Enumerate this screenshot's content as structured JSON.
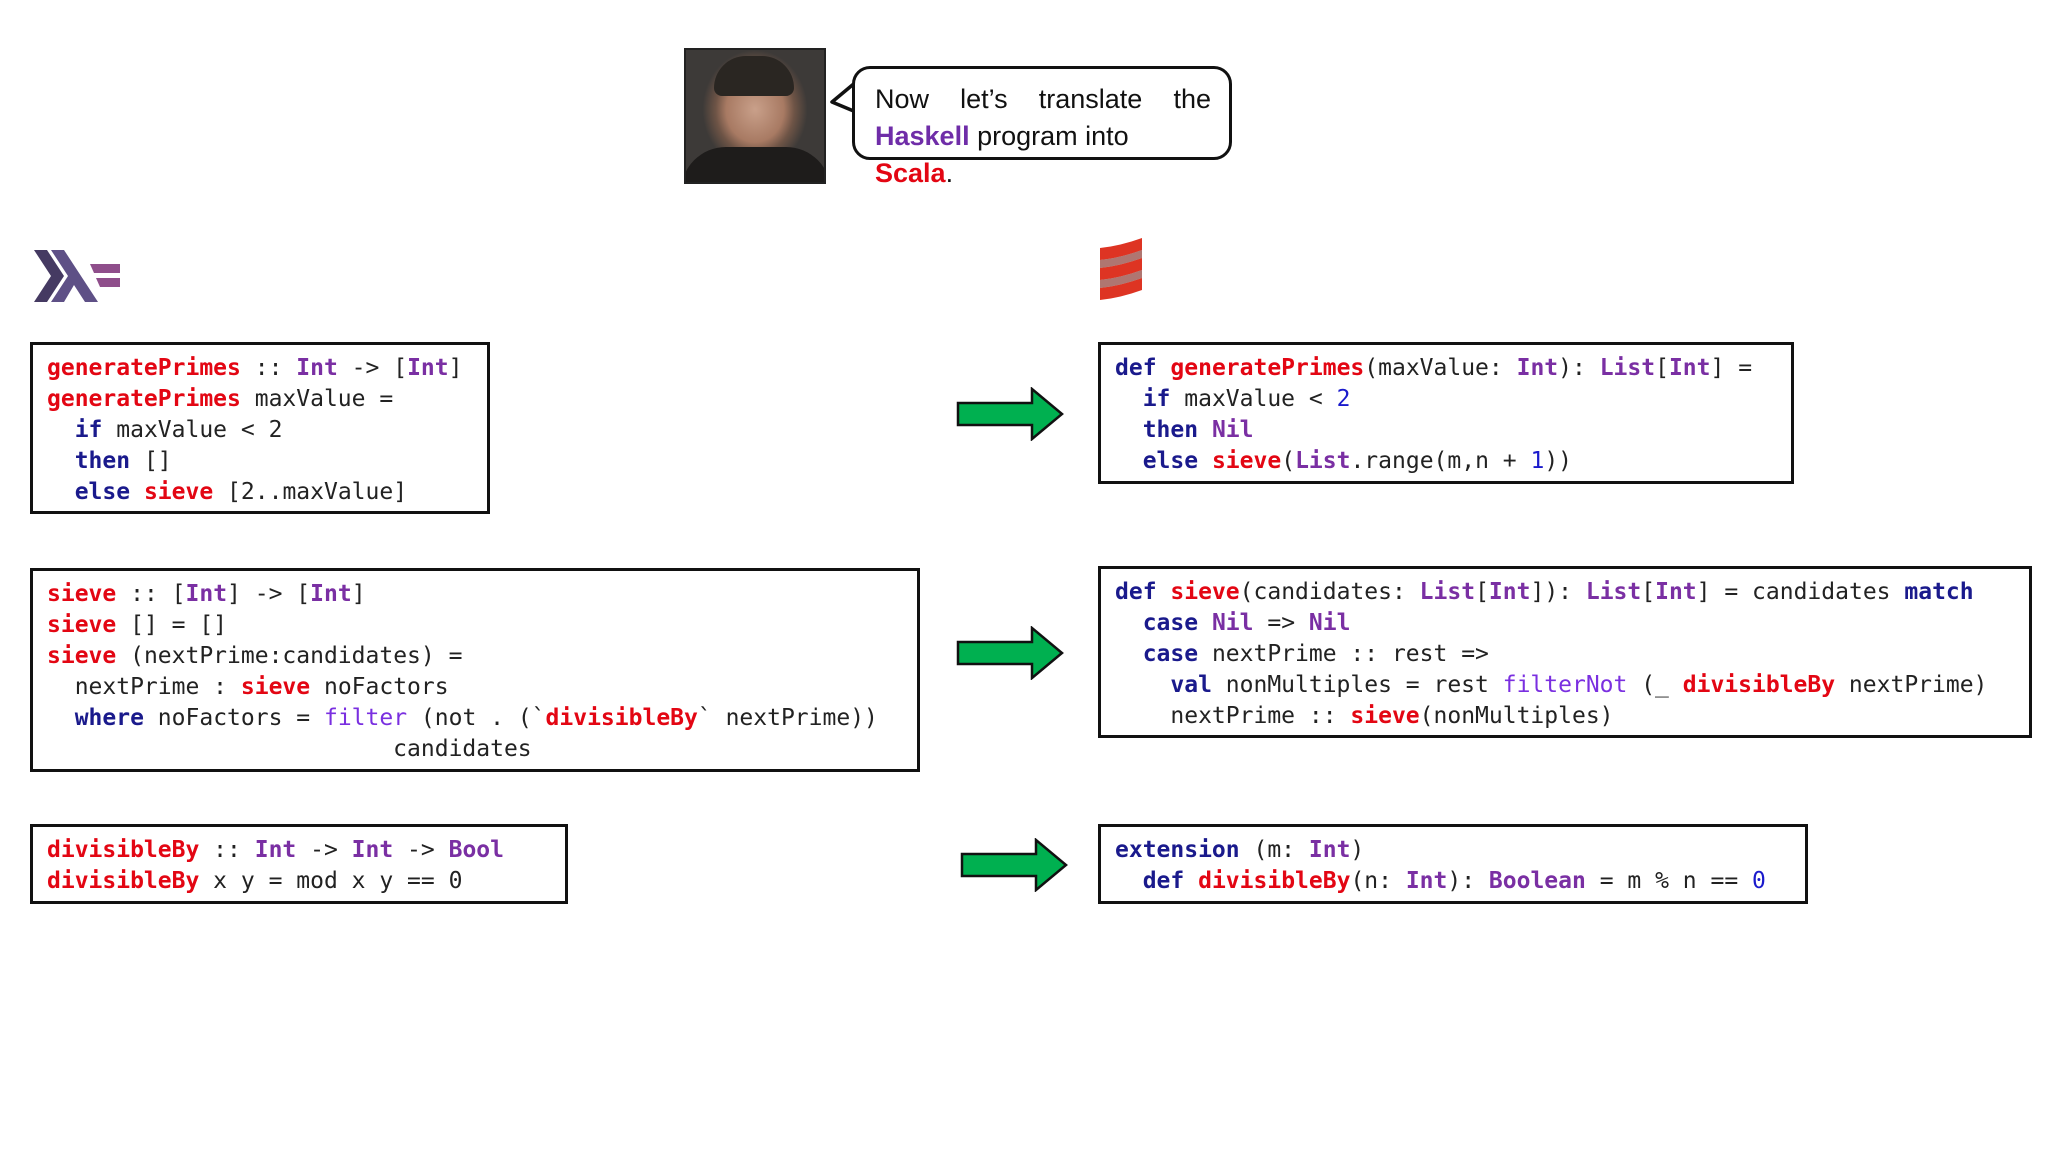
{
  "speech": {
    "w1": "Now",
    "w2": "let’s",
    "w3": "translate",
    "w4": "the",
    "haskell": "Haskell",
    "middle": " program into ",
    "scala": "Scala",
    "end": "."
  },
  "logos": {
    "haskell": "haskell-logo-icon",
    "scala": "scala-logo-icon"
  },
  "colors": {
    "function": "#e30613",
    "keyword": "#1a1a8c",
    "type": "#7a2fa3",
    "arrow": "#00b050",
    "language_haskell": "#6f2da8",
    "language_scala": "#e30613"
  },
  "haskell": {
    "gp": [
      "generatePrimes",
      " :: ",
      "Int",
      " -> [",
      "Int",
      "]",
      "generatePrimes",
      " maxValue =",
      "  ",
      "if",
      " maxValue < 2",
      "  ",
      "then",
      " []",
      "  ",
      "else",
      " ",
      "sieve",
      " [2..maxValue]"
    ],
    "sv": [
      "sieve",
      " :: [",
      "Int",
      "] -> [",
      "Int",
      "]",
      "sieve",
      " [] = []",
      "sieve",
      " (nextPrime:candidates) =",
      "  nextPrime : ",
      "sieve",
      " noFactors",
      "  ",
      "where",
      " noFactors = ",
      "filter",
      " (not . (`",
      "divisibleBy",
      "` nextPrime))",
      "                         candidates"
    ],
    "db": [
      "divisibleBy",
      " :: ",
      "Int",
      " -> ",
      "Int",
      " -> ",
      "Bool",
      "divisibleBy",
      " x y = mod x y == 0"
    ]
  },
  "scala": {
    "gp": [
      "def",
      " ",
      "generatePrimes",
      "(maxValue: ",
      "Int",
      "): ",
      "List",
      "[",
      "Int",
      "] =",
      "  ",
      "if",
      " maxValue < ",
      "2",
      "  ",
      "then",
      " ",
      "Nil",
      "  ",
      "else",
      " ",
      "sieve",
      "(",
      "List",
      ".range(m,n + ",
      "1",
      "))"
    ],
    "sv": [
      "def",
      " ",
      "sieve",
      "(candidates: ",
      "List",
      "[",
      "Int",
      "]): ",
      "List",
      "[",
      "Int",
      "] = candidates ",
      "match",
      "  ",
      "case",
      " ",
      "Nil",
      " => ",
      "Nil",
      "  ",
      "case",
      " nextPrime :: rest =>",
      "    ",
      "val",
      " nonMultiples = rest ",
      "filterNot",
      " (_ ",
      "divisibleBy",
      " nextPrime)",
      "    nextPrime :: ",
      "sieve",
      "(nonMultiples)"
    ],
    "db": [
      "extension",
      " (m: ",
      "Int",
      ")",
      "  ",
      "def",
      " ",
      "divisibleBy",
      "(n: ",
      "Int",
      "): ",
      "Boolean",
      " = m % n == ",
      "0"
    ]
  }
}
